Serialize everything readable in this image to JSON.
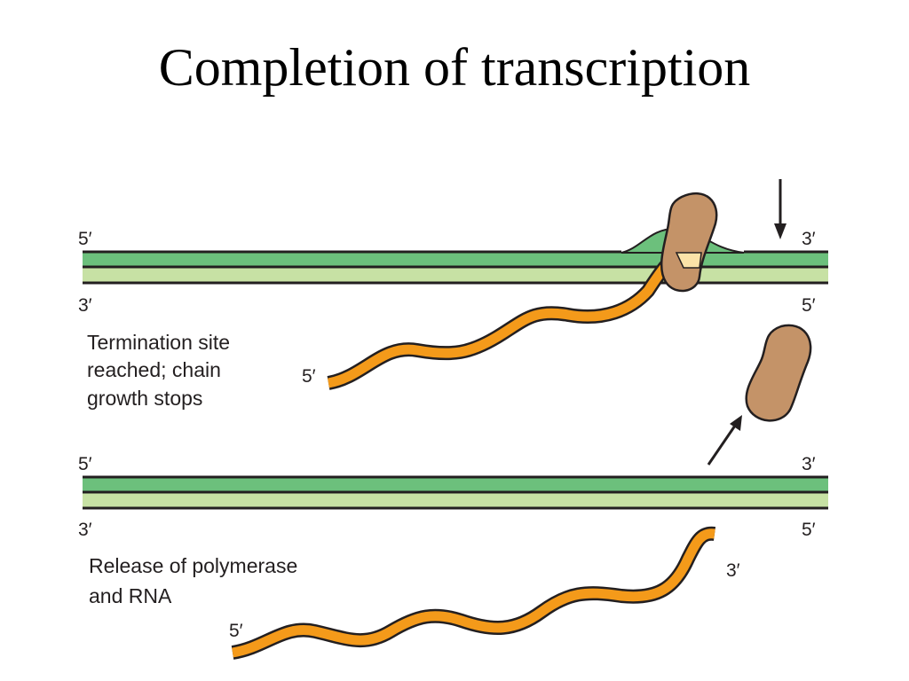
{
  "title": "Completion of transcription",
  "panel_1": {
    "caption_lines": [
      "Termination site",
      "reached;  chain",
      "growth stops"
    ],
    "label_top_left": "5′",
    "label_top_right": "3′",
    "label_bottom_left": "3′",
    "label_bottom_right": "5′",
    "rna_5_label": "5′"
  },
  "panel_2": {
    "caption_lines": [
      "Release of polymerase",
      "and RNA"
    ],
    "label_top_left": "5′",
    "label_top_right": "3′",
    "label_bottom_left": "3′",
    "label_bottom_right": "5′",
    "rna_5_label": "5′",
    "rna_3_label": "3′"
  },
  "colors": {
    "template_strand": "#6cc07c",
    "coding_strand": "#c7e1a4",
    "rna": "#f49a1a",
    "polymerase": "#c49368",
    "outline": "#231f20"
  },
  "icons": [
    "termination-arrow-icon",
    "release-arrow-icon"
  ]
}
